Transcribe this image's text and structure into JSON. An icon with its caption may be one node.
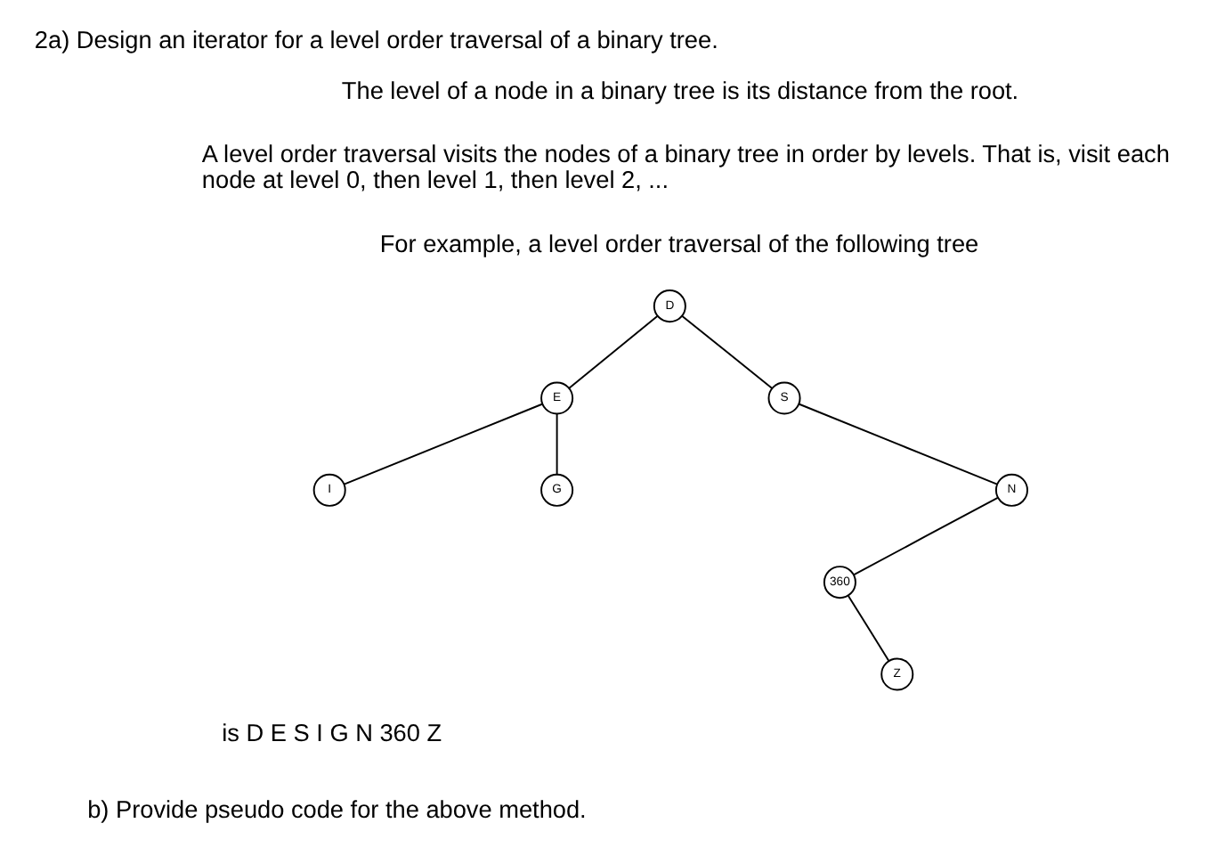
{
  "diagram": {
    "title": "2a) Design an iterator for a level order traversal of a binary tree.",
    "nodes": [
      {
        "text": [
          "D"
        ]
      },
      {
        "text": [
          "E"
        ]
      },
      {
        "text": [
          "S"
        ]
      },
      {
        "text": [
          "I"
        ]
      },
      {
        "text": [
          "G"
        ]
      },
      {
        "text": [
          "N"
        ]
      },
      {
        "text": [
          "360"
        ]
      },
      {
        "text": [
          "Z"
        ]
      }
    ],
    "edges": [
      {
        "from": 0,
        "to": 1,
        "arrow": "none"
      },
      {
        "from": 0,
        "to": 2,
        "arrow": "none"
      },
      {
        "from": 1,
        "to": 3,
        "arrow": "none"
      },
      {
        "from": 1,
        "to": 4,
        "arrow": "none"
      },
      {
        "from": 2,
        "to": 5,
        "arrow": "none"
      },
      {
        "from": 5,
        "to": 6,
        "arrow": "none"
      },
      {
        "from": 6,
        "to": 7,
        "arrow": "none"
      }
    ],
    "labels": [
      "The level of a node in a binary tree is its distance from the root.",
      "A level order traversal visits the nodes of a binary tree in order by levels. That is, visit each node at level 0, then level 1, then level 2, ...",
      "For example, a level order traversal of the following tree",
      "is D E S I G N 360 Z",
      "b) Provide pseudo code for the above method."
    ]
  }
}
